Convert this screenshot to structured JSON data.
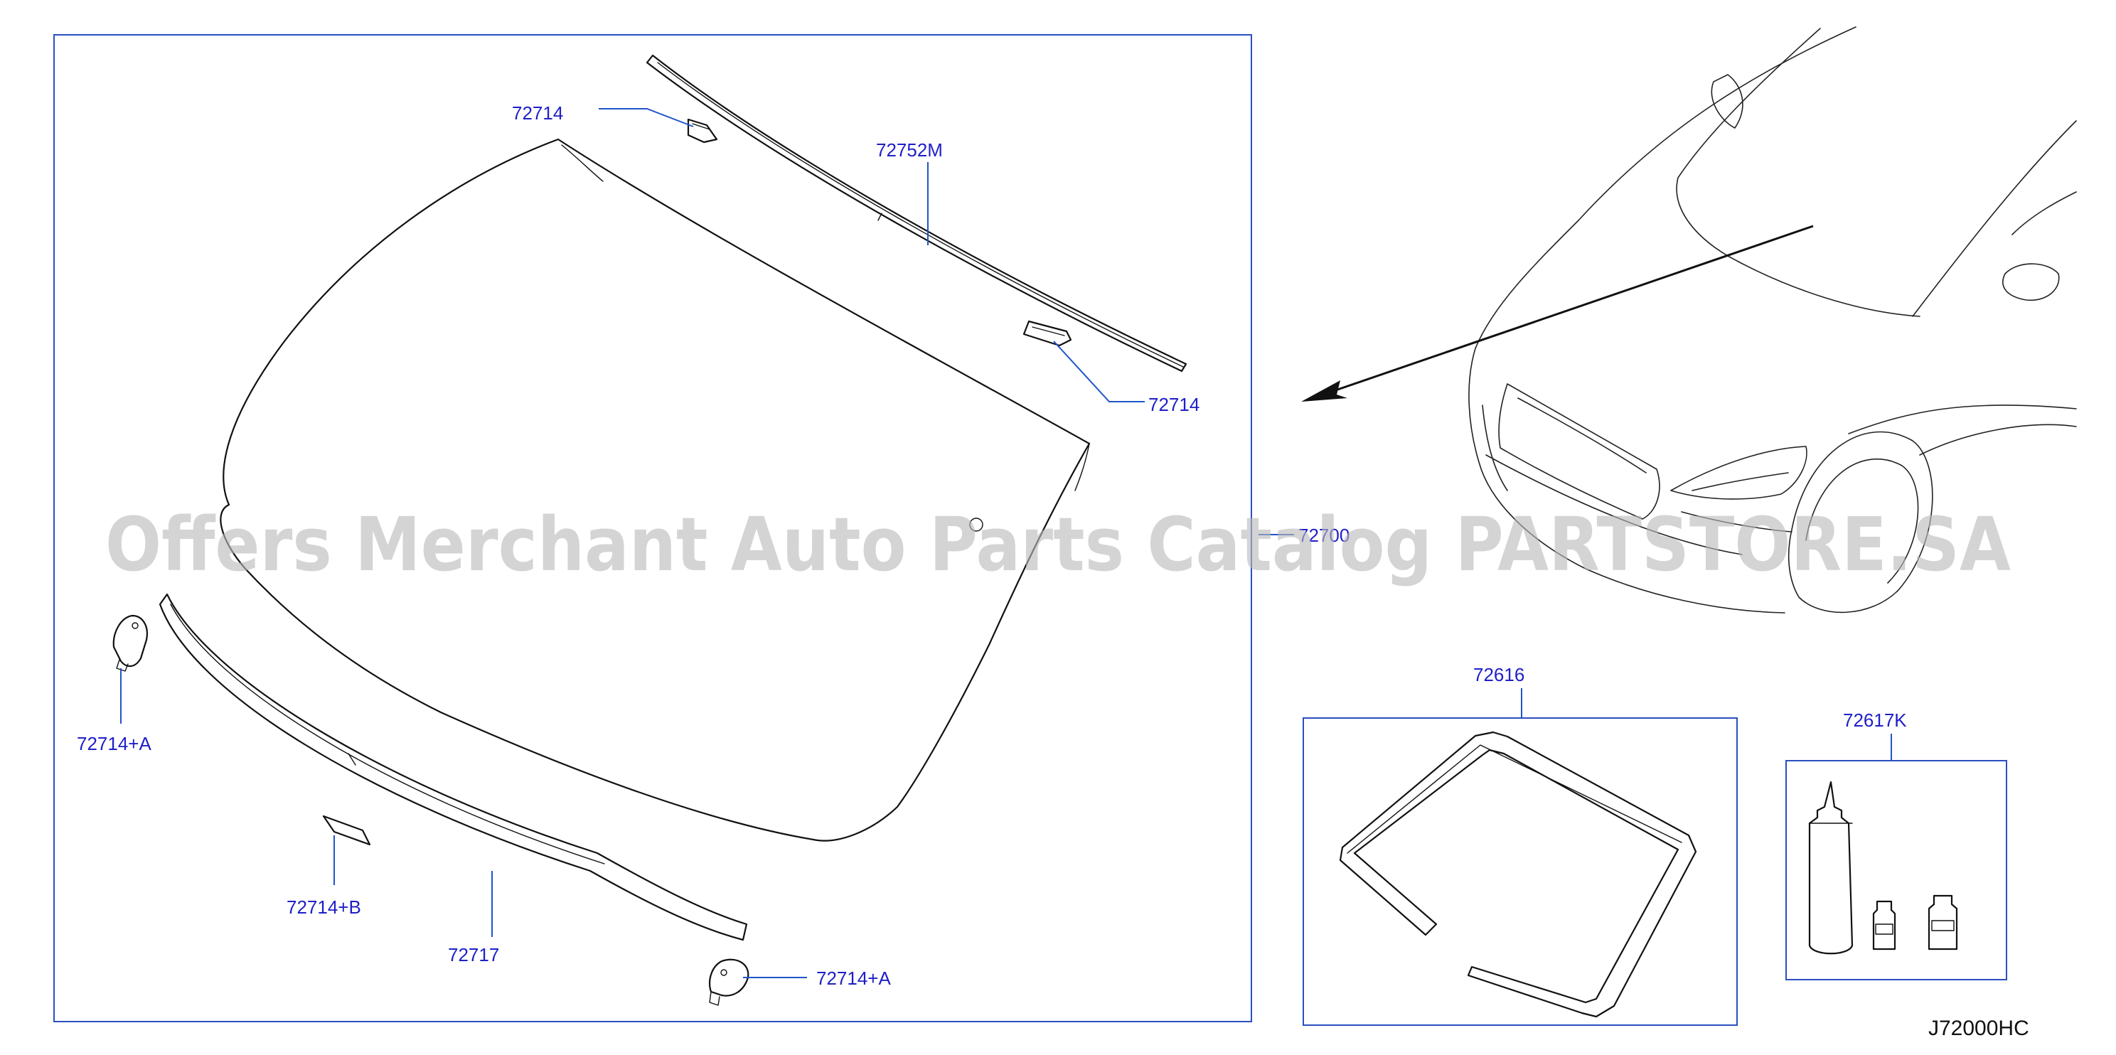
{
  "diagram_code": "J72000HC",
  "watermark": "Offers Merchant Auto Parts Catalog PARTSTORE.SA",
  "callouts": {
    "clip_upper_left": "72714",
    "molding_upper": "72752M",
    "clip_upper_right": "72714",
    "windshield_glass": "72700",
    "side_clip_left": "72714+A",
    "clip_lower": "72714+B",
    "molding_lower": "72717",
    "side_clip_right": "72714+A",
    "dam_rubber": "72616",
    "adhesive_kit": "72617K"
  },
  "colors": {
    "callout_text": "#1f1fc8",
    "leader_line": "#1f55c8",
    "box_outline": "#2a4fbf",
    "line_art": "#111111",
    "watermark": "#b9b9b9"
  }
}
